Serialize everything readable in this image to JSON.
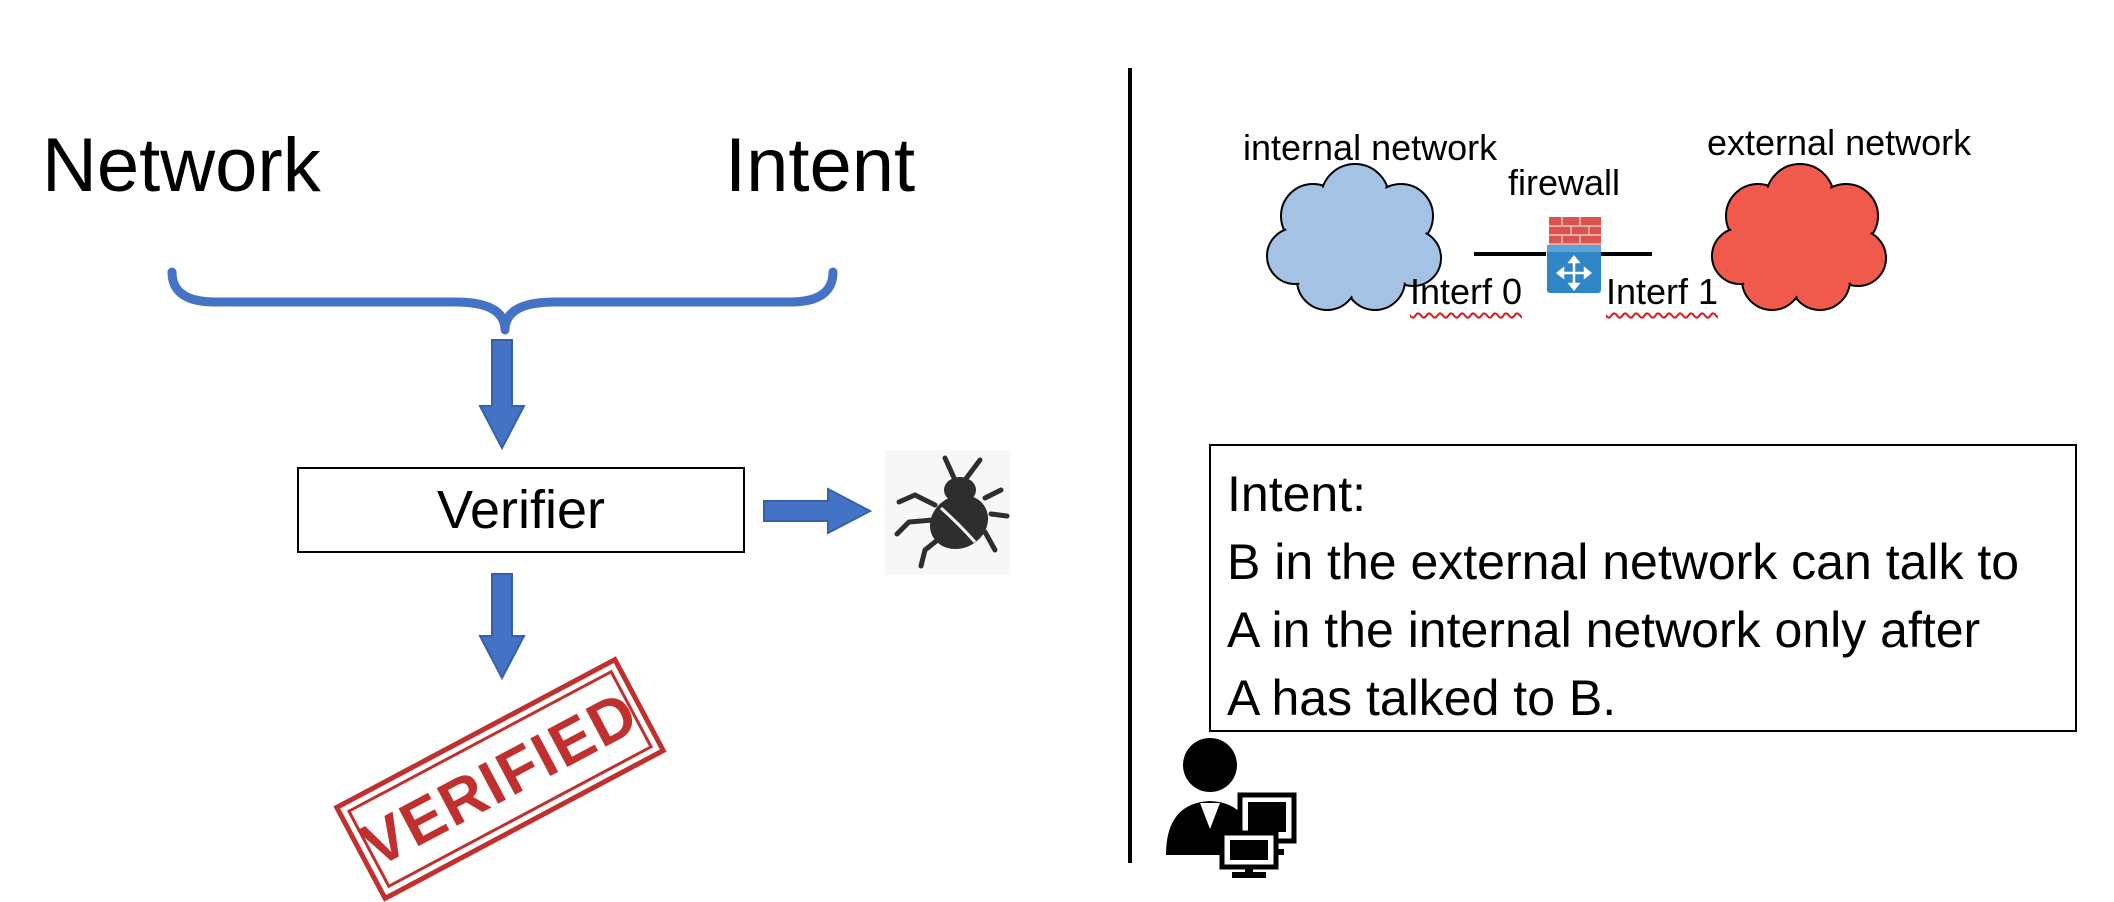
{
  "left": {
    "network_label": "Network",
    "intent_label": "Intent",
    "verifier_label": "Verifier",
    "stamp_text": "VERIFIED",
    "colors": {
      "arrow": "#4472c4",
      "stamp": "#c0302e",
      "bug": "#2e2e2e"
    },
    "icons": [
      "curly-brace-icon",
      "bug-icon",
      "verified-stamp-icon"
    ]
  },
  "right": {
    "internal_network_label": "internal network",
    "external_network_label": "external network",
    "firewall_label": "firewall",
    "interface0_label": "Interf 0",
    "interface1_label": "Interf 1",
    "colors": {
      "internal_cloud": "#a4c2e3",
      "external_cloud": "#ef5a4c",
      "firewall_brick": "#d9534f",
      "router": "#2f86c7"
    },
    "intent_box": {
      "lines": [
        "Intent:",
        "B in the external network can talk to",
        "A in the internal network only after",
        "A has talked to B."
      ]
    },
    "icons": [
      "cloud-icon",
      "firewall-icon",
      "router-icon",
      "admin-user-icon"
    ]
  }
}
